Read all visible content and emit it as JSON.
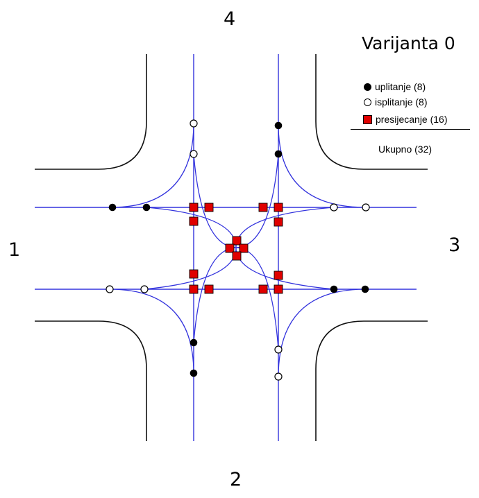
{
  "title": "Varijanta 0",
  "approaches": {
    "north": "4",
    "south": "2",
    "west": "1",
    "east": "3"
  },
  "legend": {
    "merge": {
      "label": "uplitanje (8)",
      "symbol": "filled-circle"
    },
    "diverge": {
      "label": "isplitanje (8)",
      "symbol": "open-circle"
    },
    "crossing": {
      "label": "presijecanje (16)",
      "symbol": "red-square"
    }
  },
  "total": "Ukupno (32)",
  "colors": {
    "path": "#3333dd",
    "curb": "#111111",
    "crossing": "#e00000"
  },
  "counts": {
    "merge": 8,
    "diverge": 8,
    "crossing": 16,
    "total": 32
  }
}
